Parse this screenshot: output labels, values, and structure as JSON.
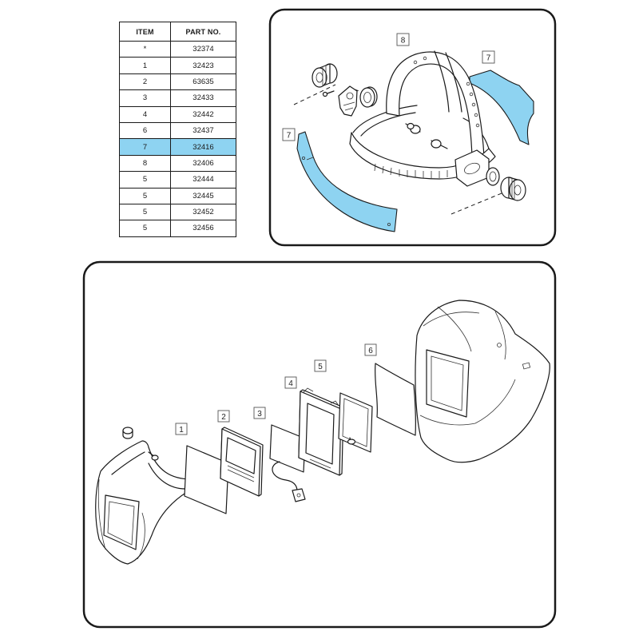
{
  "parts_table": {
    "headers": {
      "item": "ITEM",
      "part_no": "PART NO."
    },
    "rows": [
      {
        "item": "*",
        "part_no": "32374"
      },
      {
        "item": "1",
        "part_no": "32423"
      },
      {
        "item": "2",
        "part_no": "63635"
      },
      {
        "item": "3",
        "part_no": "32433"
      },
      {
        "item": "4",
        "part_no": "32442"
      },
      {
        "item": "6",
        "part_no": "32437"
      },
      {
        "item": "7",
        "part_no": "32416",
        "highlighted": true
      },
      {
        "item": "8",
        "part_no": "32406"
      },
      {
        "item": "5",
        "part_no": "32444"
      },
      {
        "item": "5",
        "part_no": "32445"
      },
      {
        "item": "5",
        "part_no": "32452"
      },
      {
        "item": "5",
        "part_no": "32456"
      }
    ]
  },
  "headgear_diagram": {
    "callouts": [
      "8",
      "7",
      "7"
    ]
  },
  "helmet_diagram": {
    "callouts": [
      "1",
      "2",
      "3",
      "4",
      "5",
      "6"
    ]
  },
  "colors": {
    "highlight": "#8ed3f1",
    "outline": "#1a1a1a"
  }
}
